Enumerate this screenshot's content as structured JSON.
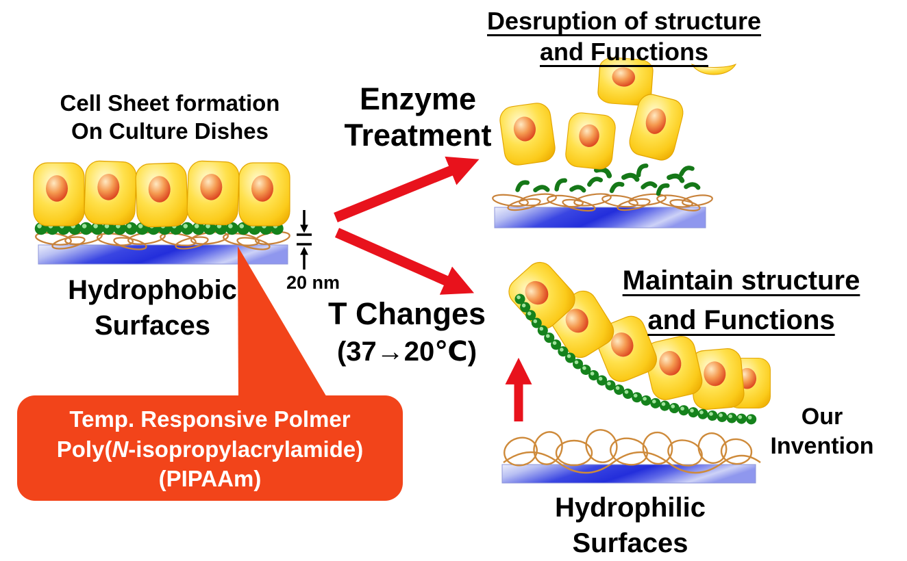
{
  "colors": {
    "callout_bg": "#F2441A",
    "arrow_red": "#E8121C",
    "cell_yellow": "#FFDF3C",
    "nucleus_orange": "#E8622C",
    "bead_green": "#16821C",
    "polymer_tan": "#C8823A",
    "substrate_blue": "#2B35DD",
    "text": "#000000",
    "callout_text": "#FFFFFF"
  },
  "left_panel": {
    "title_line1": "Cell Sheet formation",
    "title_line2": "On Culture Dishes",
    "surface_label_line1": "Hydrophobic",
    "surface_label_line2": "Surfaces",
    "thickness_label": "20 nm"
  },
  "top_path": {
    "action_line1": "Enzyme",
    "action_line2": "Treatment",
    "outcome_line1": "Desruption of structure",
    "outcome_line2": "and Functions"
  },
  "bottom_path": {
    "action_line1": "T Changes",
    "action_line2": "(37→20℃)",
    "outcome_line1": "Maintain structure",
    "outcome_line2": "and Functions",
    "surface_label_line1": "Hydrophilic",
    "surface_label_line2": "Surfaces",
    "note_line1": "Our",
    "note_line2": "Invention"
  },
  "callout": {
    "line1": "Temp. Responsive Polmer",
    "line2_prefix": "Poly(",
    "line2_italic": "N",
    "line2_suffix": "-isopropylacrylamide)",
    "line3": "(PIPAAm)"
  }
}
